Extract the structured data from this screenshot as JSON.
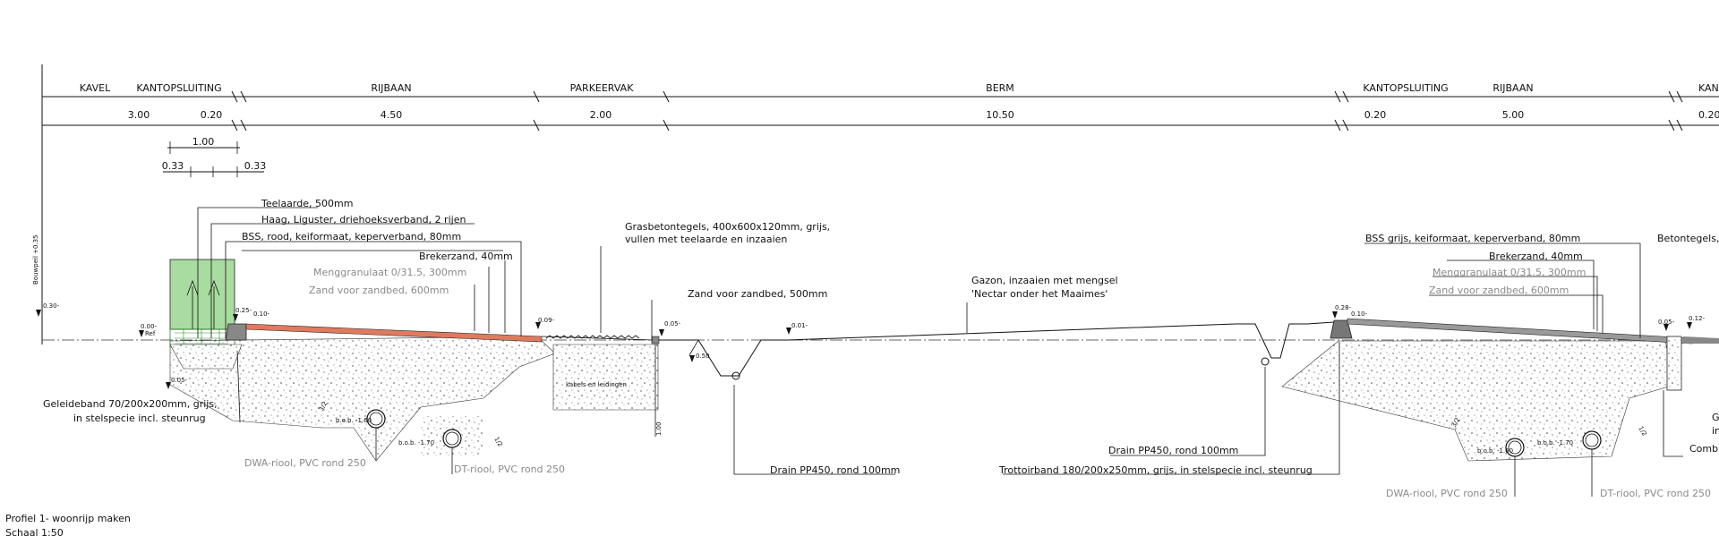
{
  "sections": [
    "KAVEL",
    "KANTOPSLUITING",
    "RIJBAAN",
    "PARKEERVAK",
    "BERM",
    "KANTOPSLUITING",
    "RIJBAAN",
    "KAN"
  ],
  "dimensions": [
    "3.00",
    "0.20",
    "4.50",
    "2.00",
    "10.50",
    "0.20",
    "5.00",
    "0.20"
  ],
  "sub_dimensions": {
    "hedge_width": "1.00",
    "left": "0.33",
    "right": "0.33"
  },
  "vertical_label": "Bouwpeil +0.35",
  "levels": [
    "0.30-",
    "0.00-",
    "Ref",
    "0.25-",
    "0.10-",
    "0.09-",
    "0.05-",
    "0.01-",
    "0.28-",
    "0.10-",
    "0.05-",
    "0.12-",
    "0.50",
    "0.05-"
  ],
  "depth_label": "1.00",
  "labels_left": {
    "teelaarde": "Teelaarde, 500mm",
    "haag": "Haag, Liguster, driehoeksverband, 2 rijen",
    "bss_rood": "BSS, rood, keiformaat, keperverband, 80mm",
    "brekerzand": "Brekerzand, 40mm",
    "menggranulaat": "Menggranulaat 0/31.5, 300mm",
    "zand_zandbed": "Zand voor zandbed, 600mm",
    "grasbeton_1": "Grasbetontegels, 400x600x120mm, grijs,",
    "grasbeton_2": "vullen met teelaarde en inzaaien",
    "zand_500": "Zand voor zandbed, 500mm",
    "gazon_1": "Gazon, inzaaien met mengsel",
    "gazon_2": "'Nectar onder het Maaimes'",
    "geleideband_1": "Geleideband 70/200x200mm, grijs,",
    "geleideband_2": "in stelspecie incl. steunrug",
    "kabels": "kabels en leidingen",
    "dwa": "DWA-riool, PVC rond 250",
    "dt": "DT-riool, PVC rond 250",
    "drain": "Drain PP450, rond 100mm"
  },
  "labels_right": {
    "bss_grijs": "BSS grijs, keiformaat, keperverband, 80mm",
    "betontegels": "Betontegels,",
    "brekerzand": "Brekerzand, 40mm",
    "menggranulaat": "Menggranulaat 0/31.5, 300mm",
    "zand_zandbed": "Zand voor zandbed, 600mm",
    "drain": "Drain PP450, rond 100mm",
    "trottoirband": "Trottoirband 180/200x250mm, grijs, in stelspecie incl. steunrug",
    "dwa": "DWA-riool, PVC rond 250",
    "dt": "DT-riool, PVC rond 250",
    "cut_1": "G",
    "cut_2": "in",
    "cut_3": "Comb"
  },
  "pipe_texts": [
    "b.o.b. -1.60",
    "b.o.b. -1.70",
    "b.o.b. -1.60",
    "b.o.b. -1.70"
  ],
  "slopes": [
    "3/2",
    "1/2",
    "3/2",
    "1/2"
  ],
  "title": {
    "line1": "Profiel 1- woonrijp maken",
    "line2": "Schaal 1:50"
  },
  "colors": {
    "hedge": "#a8dca0",
    "paving_red": "#e07a5f",
    "paving_grey": "#9a9a9a",
    "line": "#111111",
    "grey_text": "#8a8a8a"
  }
}
